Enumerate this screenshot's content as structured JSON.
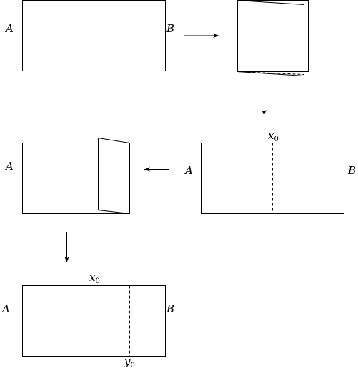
{
  "labels": {
    "left_end": "A",
    "right_end": "B",
    "x0_base": "x",
    "x0_sub": "0",
    "y0_base": "y",
    "y0_sub": "0"
  }
}
